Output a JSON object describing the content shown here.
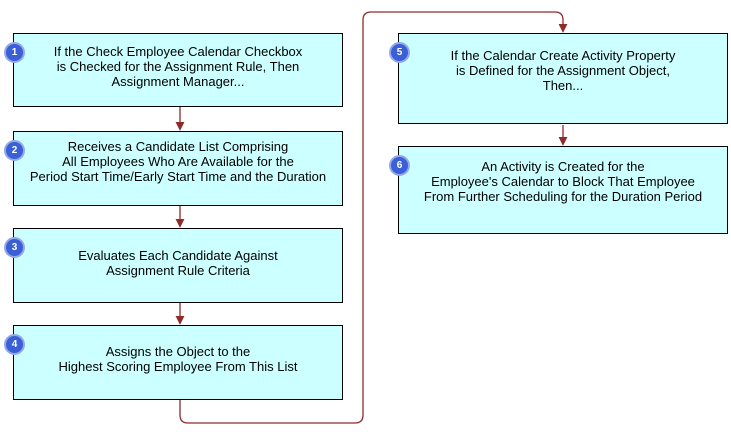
{
  "diagram": {
    "boxes": [
      {
        "number": "1",
        "text": "If the Check Employee Calendar Checkbox\nis Checked for the Assignment Rule, Then\nAssignment Manager..."
      },
      {
        "number": "2",
        "text": "Receives a Candidate List Comprising\nAll Employees Who Are Available for the\nPeriod Start Time/Early Start Time and the Duration"
      },
      {
        "number": "3",
        "text": "Evaluates Each Candidate Against\nAssignment Rule Criteria"
      },
      {
        "number": "4",
        "text": "Assigns the Object to the\nHighest Scoring Employee From This List"
      },
      {
        "number": "5",
        "text": "If the Calendar Create Activity Property\nis Defined for the Assignment Object,\nThen..."
      },
      {
        "number": "6",
        "text": "An Activity is Created for the\nEmployee's Calendar to Block That Employee\nFrom Further Scheduling for the Duration Period"
      }
    ],
    "colors": {
      "box_fill": "#CCFFFF",
      "box_border": "#000000",
      "arrow": "#8E2B2B",
      "badge_fill": "#3A5FD7",
      "badge_ring": "#93A9E8",
      "badge_text": "#FFFFFF"
    }
  }
}
